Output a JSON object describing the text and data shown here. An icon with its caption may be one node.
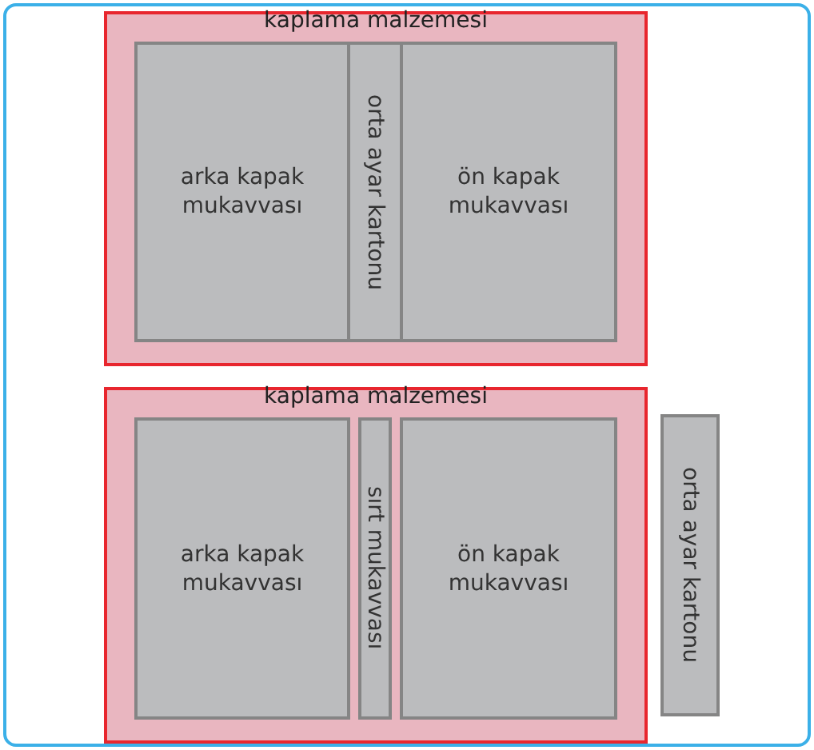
{
  "diagram": {
    "nodes": [
      {
        "text": [
          "kaplama malzemesi"
        ]
      },
      {
        "text": [
          "arka kapak mukavvası"
        ],
        "in": 0
      },
      {
        "text": [
          "orta ayar kartonu"
        ],
        "in": 0
      },
      {
        "text": [
          "ön kapak mukavvası"
        ],
        "in": 0
      },
      {
        "text": [
          "kaplama malzemesi"
        ]
      },
      {
        "text": [
          "arka kapak mukavvası"
        ],
        "in": 4
      },
      {
        "text": [
          "sırt mukavvası"
        ],
        "in": 4
      },
      {
        "text": [
          "ön kapak mukavvası"
        ],
        "in": 4
      },
      {
        "text": [
          "orta ayar kartonu"
        ]
      }
    ]
  }
}
